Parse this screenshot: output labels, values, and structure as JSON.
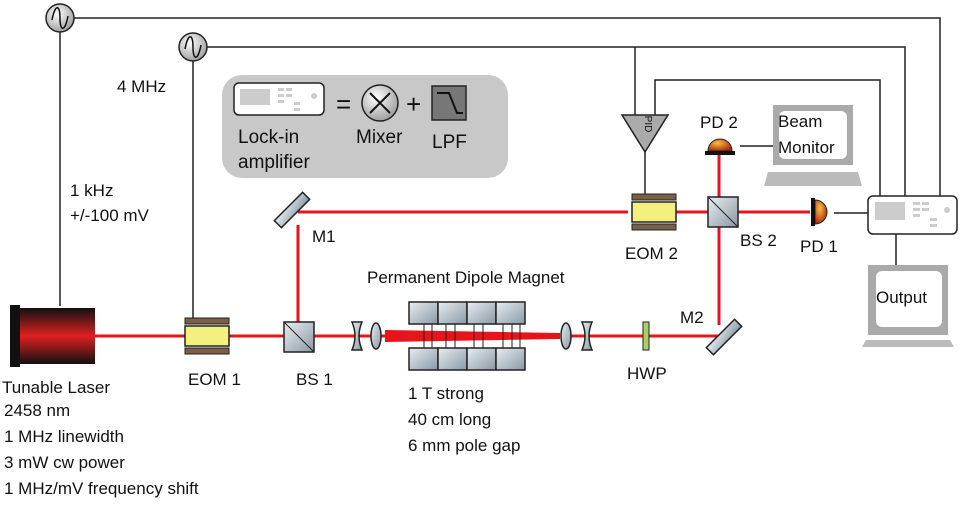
{
  "labels": {
    "freq_4mhz": "4 MHz",
    "mod_1": "1 kHz",
    "mod_2": "+/-100 mV",
    "lockin_1": "Lock-in",
    "lockin_2": "amplifier",
    "equals": "=",
    "plus": "+",
    "mixer": "Mixer",
    "lpf": "LPF",
    "pid": "PID",
    "pd2": "PD 2",
    "beam_monitor_1": "Beam",
    "beam_monitor_2": "Monitor",
    "m1": "M1",
    "m2": "M2",
    "eom1": "EOM 1",
    "eom2": "EOM 2",
    "bs1": "BS 1",
    "bs2": "BS 2",
    "pd1": "PD 1",
    "output": "Output",
    "hwp": "HWP",
    "magnet_title": "Permanent Dipole Magnet",
    "magnet_specs": [
      "1 T strong",
      "40 cm long",
      "6 mm pole gap"
    ],
    "laser_title": "Tunable Laser",
    "laser_specs": [
      "2458 nm",
      "1 MHz linewidth",
      "3 mW cw power",
      "1 MHz/mV frequency shift"
    ]
  },
  "colors": {
    "beam": "#e8141c",
    "eom": "#f4f080",
    "panel": "#c8c8c8"
  }
}
